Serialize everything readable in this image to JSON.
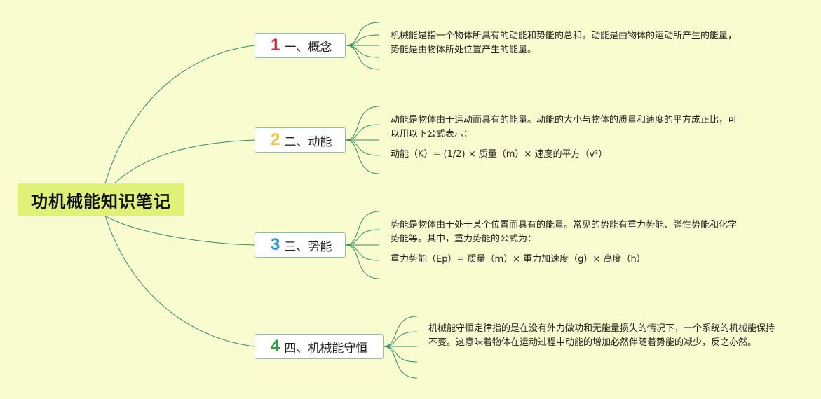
{
  "root": {
    "label": "功机械能知识笔记"
  },
  "colors": {
    "background": "#f9fccf",
    "root_fill": "#dff176",
    "line": "#2e8b66",
    "topic_border": "#8fbfa8"
  },
  "topics": [
    {
      "number": "1",
      "number_color": "#d42340",
      "title": "一、概念",
      "details": [
        "机械能是指一个物体所具有的动能和势能的总和。动能是由物体的运动所产生的能量，势能是由物体所处位置产生的能量。"
      ]
    },
    {
      "number": "2",
      "number_color": "#f0c23c",
      "title": "二、动能",
      "details": [
        "动能是物体由于运动而具有的能量。动能的大小与物体的质量和速度的平方成正比，可以用以下公式表示：",
        "动能（K）= (1/2) × 质量（m）× 速度的平方（v²）"
      ]
    },
    {
      "number": "3",
      "number_color": "#2b97d6",
      "title": "三、势能",
      "details": [
        "势能是物体由于处于某个位置而具有的能量。常见的势能有重力势能、弹性势能和化学势能等。其中，重力势能的公式为：",
        "重力势能（Ep）= 质量（m）× 重力加速度（g）× 高度（h）"
      ]
    },
    {
      "number": "4",
      "number_color": "#2e9d3a",
      "title": "四、机械能守恒",
      "details": [
        "机械能守恒定律指的是在没有外力做功和无能量损失的情况下，一个系统的机械能保持不变。这意味着物体在运动过程中动能的增加必然伴随着势能的减少，反之亦然。"
      ]
    }
  ]
}
